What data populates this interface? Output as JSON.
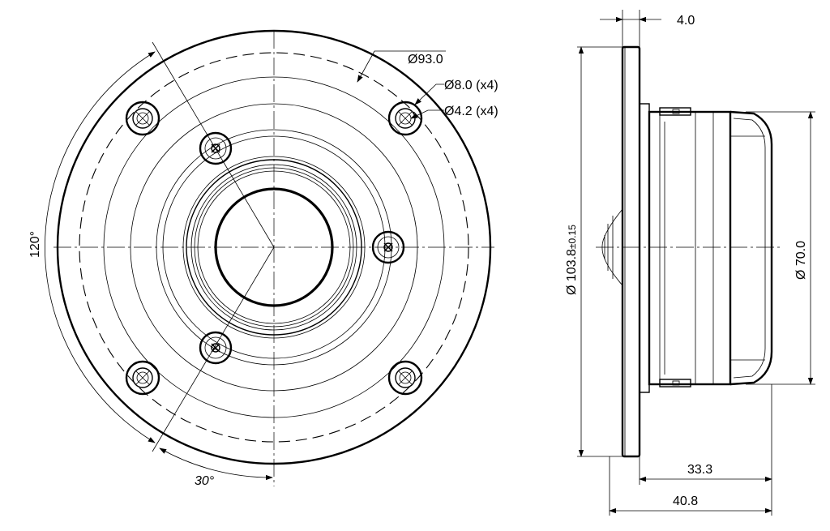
{
  "front_view": {
    "bolt_circle_label": "Ø93.0",
    "bolt_hole_label": "Ø8.0 (x4)",
    "screw_hole_label": "Ø4.2 (x4)",
    "angle_120_label": "120°",
    "angle_30_label": "30°"
  },
  "side_view": {
    "flange_thickness_label": "4.0",
    "outer_diameter_label": "Ø 103.8",
    "outer_diameter_tolerance": "±0.15",
    "body_diameter_label": "Ø 70.0",
    "body_depth_label": "33.3",
    "total_depth_label": "40.8"
  }
}
